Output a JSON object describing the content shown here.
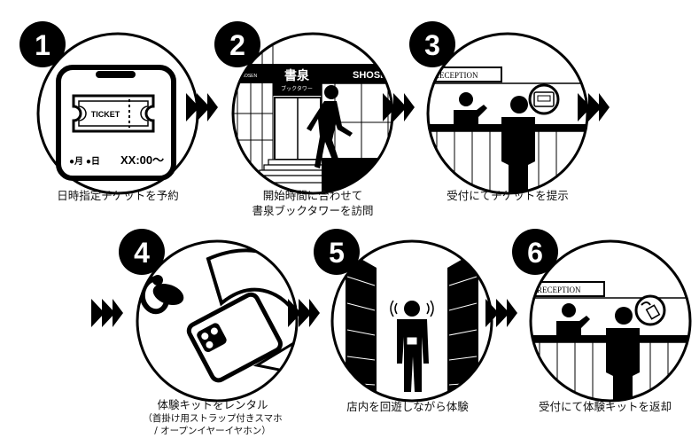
{
  "steps": [
    {
      "number": "1",
      "caption": "日時指定チケットを予約",
      "phone_ticket": "TICKET",
      "phone_date": "●月 ●日",
      "phone_time": "XX:00〜"
    },
    {
      "number": "2",
      "caption_line1": "開始時間に合わせて",
      "caption_line2": "書泉ブックタワーを訪問",
      "sign_kanji": "書泉",
      "sign_kana": "ブックタワー",
      "sign_en": "SHOSEN",
      "sign_small": "SHOSEN"
    },
    {
      "number": "3",
      "caption": "受付にてチケットを提示",
      "reception": "RECEPTION"
    },
    {
      "number": "4",
      "caption": "体験キットをレンタル",
      "sub_line1": "（首掛け用ストラップ付きスマホ",
      "sub_line2": "/ オープンイヤーイヤホン）"
    },
    {
      "number": "5",
      "caption": "店内を回遊しながら体験"
    },
    {
      "number": "6",
      "caption": "受付にて体験キットを返却",
      "reception": "RECEPTION"
    }
  ],
  "colors": {
    "ink": "#000000",
    "paper": "#ffffff"
  }
}
